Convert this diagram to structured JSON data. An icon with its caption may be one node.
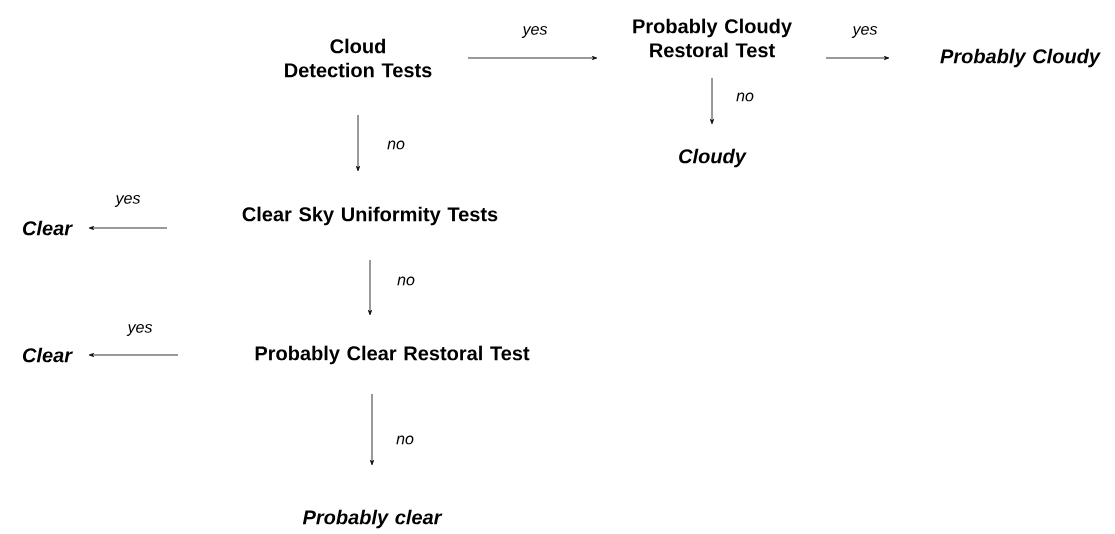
{
  "diagram": {
    "nodes": [
      {
        "text": [
          "Cloud Detection Tests"
        ]
      },
      {
        "text": [
          "Probably Cloudy Restoral Test"
        ]
      },
      {
        "text": [
          "Probably Cloudy"
        ]
      },
      {
        "text": [
          "Cloudy"
        ]
      },
      {
        "text": [
          "Clear"
        ]
      },
      {
        "text": [
          "Clear Sky Uniformity Tests"
        ]
      },
      {
        "text": [
          "Clear"
        ]
      },
      {
        "text": [
          "Probably Clear Restoral Test"
        ]
      },
      {
        "text": [
          "Probably clear"
        ]
      }
    ],
    "edges": [
      {
        "from": 0,
        "to": 1,
        "arrow": "to",
        "label": "yes"
      },
      {
        "from": 1,
        "to": 2,
        "arrow": "to",
        "label": "yes"
      },
      {
        "from": 1,
        "to": 3,
        "arrow": "to",
        "label": "no"
      },
      {
        "from": 0,
        "to": 5,
        "arrow": "to",
        "label": "no"
      },
      {
        "from": 5,
        "to": 4,
        "arrow": "to",
        "label": "yes"
      },
      {
        "from": 5,
        "to": 7,
        "arrow": "to",
        "label": "no"
      },
      {
        "from": 7,
        "to": 6,
        "arrow": "to",
        "label": "yes"
      },
      {
        "from": 7,
        "to": 8,
        "arrow": "to",
        "label": "no"
      }
    ]
  }
}
